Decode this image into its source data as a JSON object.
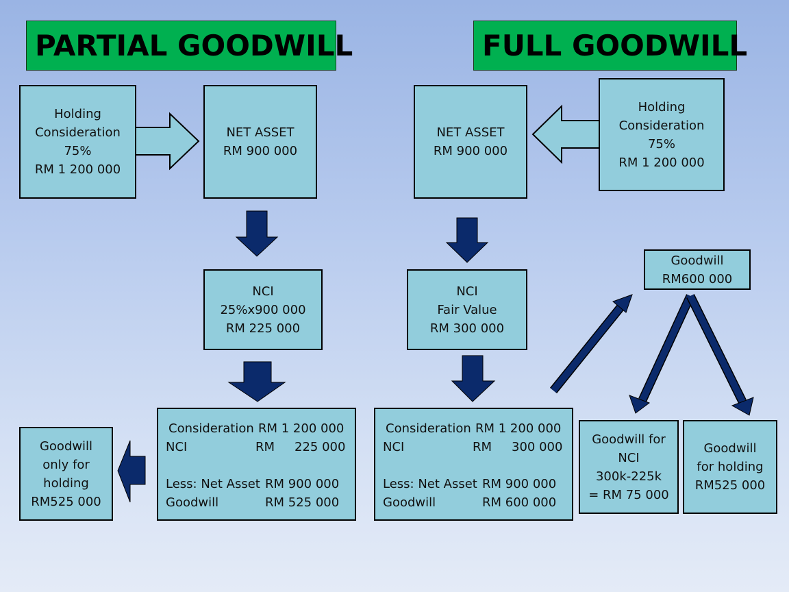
{
  "partial": {
    "title": "PARTIAL GOODWILL",
    "holding": [
      "Holding",
      "Consideration",
      "75%",
      "RM 1 200 000"
    ],
    "net_asset": [
      "NET ASSET",
      "RM 900 000"
    ],
    "nci": [
      "NCI",
      "25%x900 000",
      "RM 225 000"
    ],
    "calc": {
      "consideration_label": "Consideration",
      "consideration_value": "RM 1 200 000",
      "nci_label": "NCI",
      "nci_currency": "RM",
      "nci_value": "225 000",
      "less_label": "Less: Net Asset",
      "less_value": "RM 900 000",
      "goodwill_label": "Goodwill",
      "goodwill_value": "RM 525 000"
    },
    "result": [
      "Goodwill",
      "only for",
      "holding",
      "RM525 000"
    ]
  },
  "full": {
    "title": "FULL GOODWILL",
    "net_asset": [
      "NET ASSET",
      "RM 900 000"
    ],
    "holding": [
      "Holding",
      "Consideration",
      "75%",
      "RM 1 200 000"
    ],
    "nci": [
      "NCI",
      "Fair Value",
      "RM 300 000"
    ],
    "goodwill": [
      "Goodwill",
      "RM600 000"
    ],
    "calc": {
      "consideration_label": "Consideration",
      "consideration_value": "RM 1 200 000",
      "nci_label": "NCI",
      "nci_currency": "RM",
      "nci_value": "300 000",
      "less_label": "Less: Net Asset",
      "less_value": "RM 900 000",
      "goodwill_label": "Goodwill",
      "goodwill_value": "RM 600 000"
    },
    "goodwill_nci": [
      "Goodwill for",
      "NCI",
      "300k-225k",
      "= RM 75 000"
    ],
    "goodwill_holding": [
      "Goodwill",
      "for holding",
      "RM525 000"
    ]
  },
  "colors": {
    "box_fill": "#92cddc",
    "title_fill": "#00b050",
    "arrow_fill": "#0b2a6b"
  }
}
